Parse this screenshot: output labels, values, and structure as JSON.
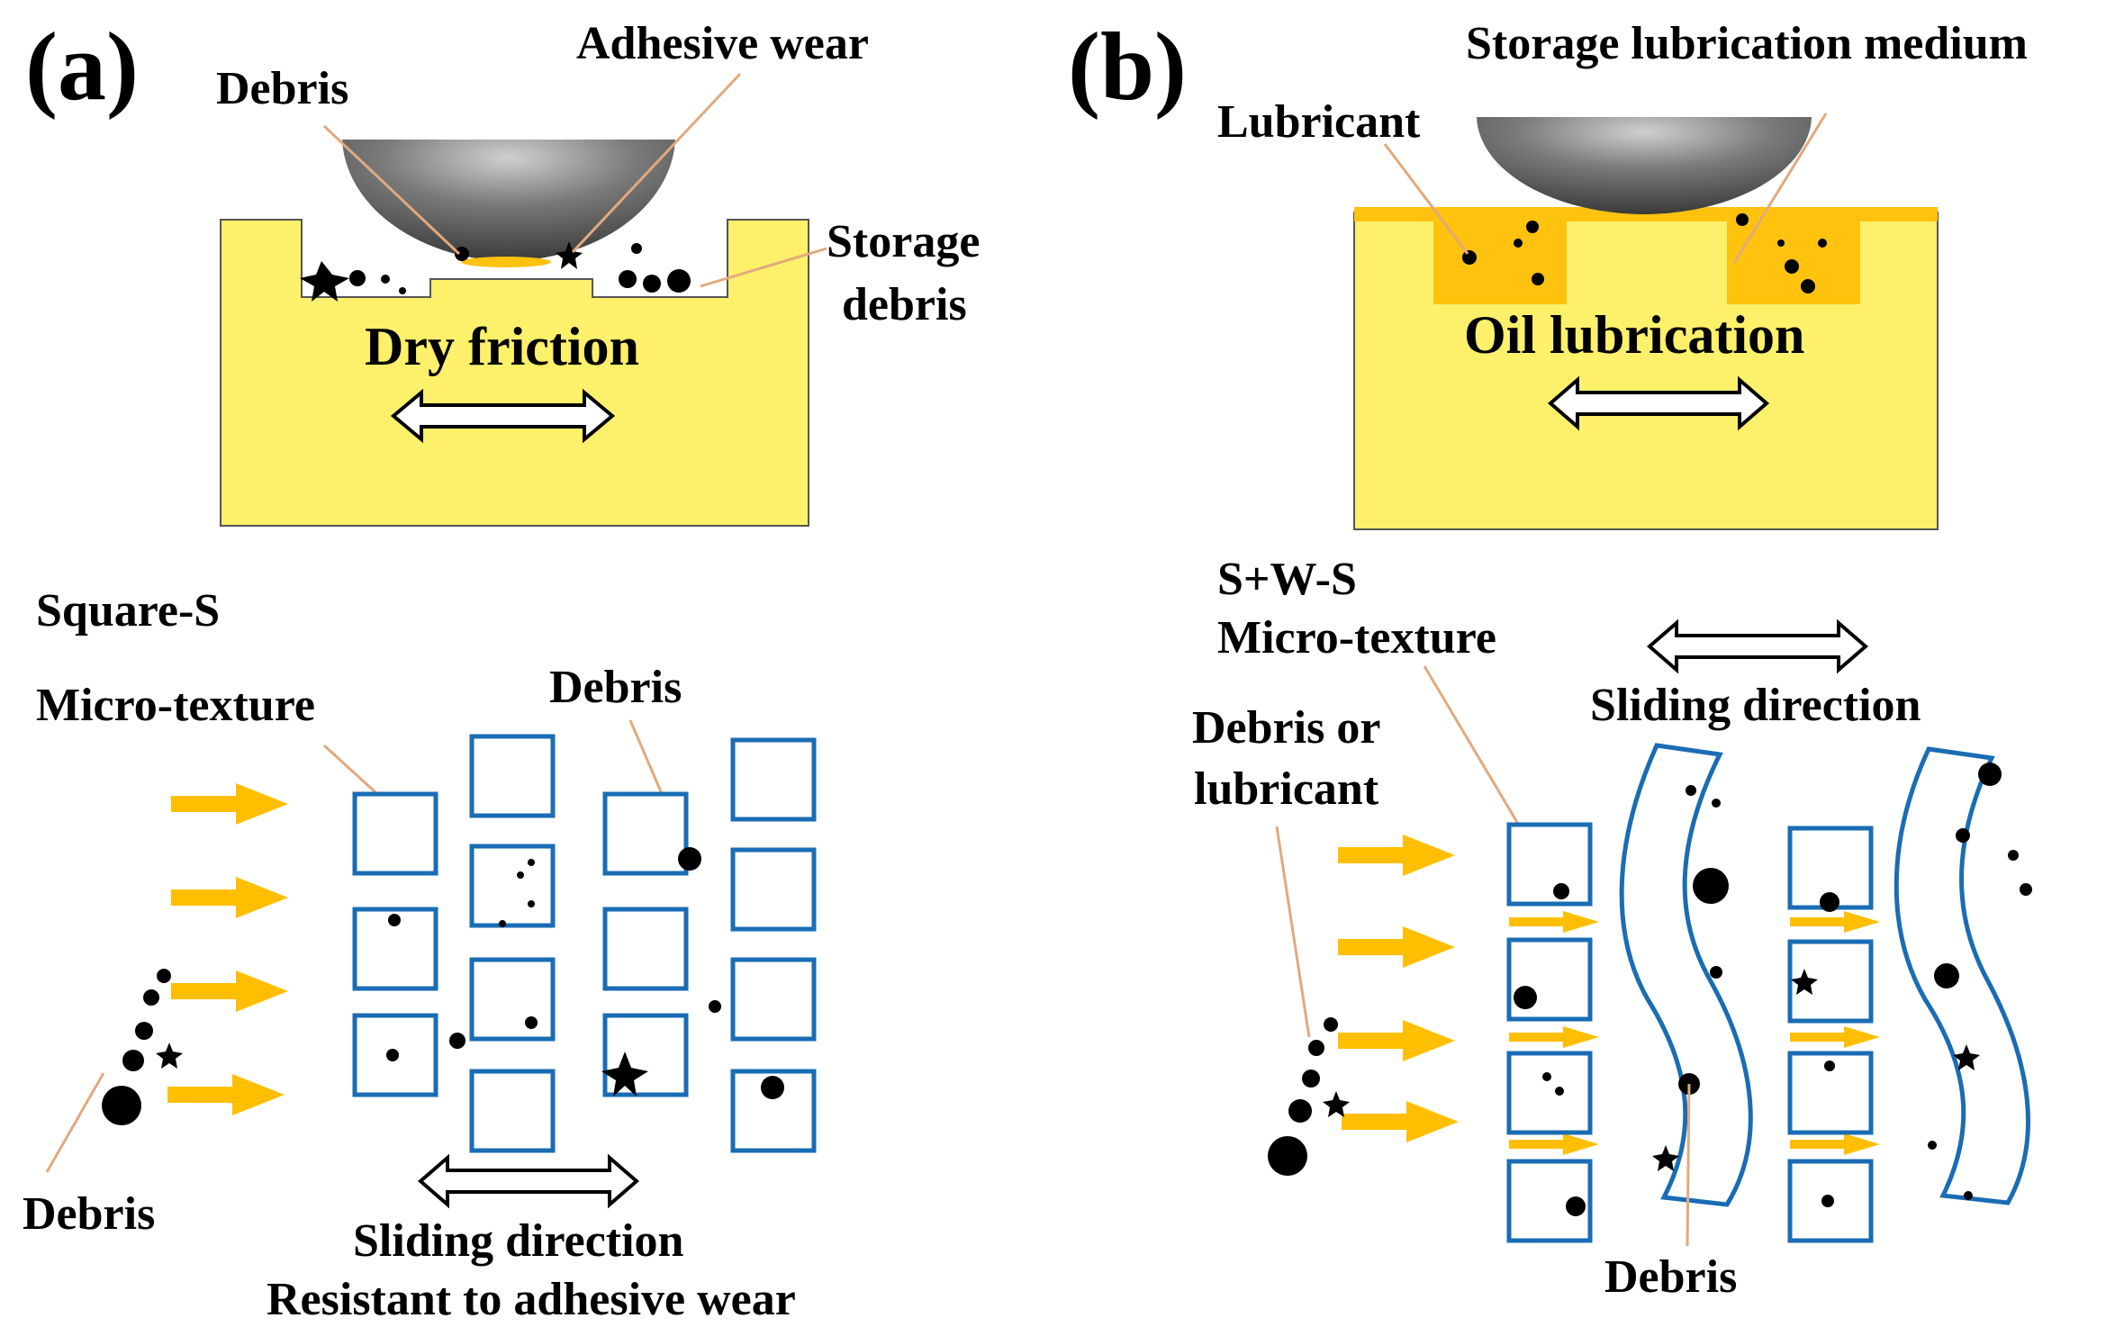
{
  "panel_a": {
    "label": "(a)",
    "debris_label": "Debris",
    "adhesive_wear_label": "Adhesive wear",
    "storage_debris_label": "Storage\ndebris",
    "condition_label": "Dry friction",
    "texture_name": "Square-S",
    "texture_type": "Micro-texture",
    "debris_top_label": "Debris",
    "debris_left_label": "Debris",
    "sliding_label": "Sliding direction",
    "caption": "Resistant to adhesive wear"
  },
  "panel_b": {
    "label": "(b)",
    "storage_label": "Storage lubrication medium",
    "lubricant_label": "Lubricant",
    "condition_label": "Oil lubrication",
    "texture_name": "S+W-S",
    "texture_type": "Micro-texture",
    "sliding_label": "Sliding direction",
    "debris_lub_label": "Debris or\nlubricant",
    "debris_label": "Debris"
  },
  "colors": {
    "substrate": "#fdf06b",
    "lubricant_fill": "#ffc20e",
    "texture_outline": "#1a6cb4",
    "flow_arrow": "#ffbf00",
    "leader_line": "#e2a97e"
  }
}
